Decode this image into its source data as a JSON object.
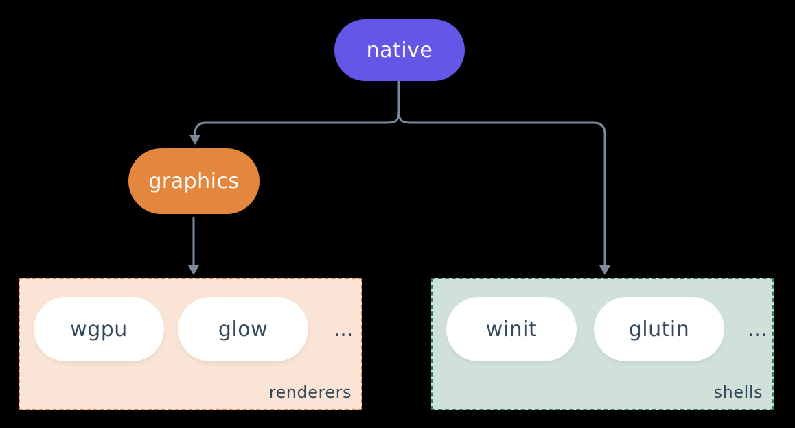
{
  "colors": {
    "background": "#000000",
    "connector": "#7c8b9b",
    "native_node": "#6456e6",
    "graphics_node": "#e2873d",
    "renderers_bg": "#f9e4d5",
    "renderers_border": "#e08138",
    "shells_bg": "#d0e1da",
    "shells_border": "#2f7d6e",
    "pill_bg": "#ffffff",
    "text_dark": "#36495c",
    "text_light": "#ffffff"
  },
  "nodes": {
    "native": {
      "label": "native"
    },
    "graphics": {
      "label": "graphics"
    }
  },
  "groups": {
    "renderers": {
      "label": "renderers",
      "items": [
        "wgpu",
        "glow"
      ],
      "ellipsis": "..."
    },
    "shells": {
      "label": "shells",
      "items": [
        "winit",
        "glutin"
      ],
      "ellipsis": "..."
    }
  },
  "edges": [
    {
      "from": "native",
      "to": "graphics"
    },
    {
      "from": "native",
      "to": "shells"
    },
    {
      "from": "graphics",
      "to": "renderers"
    }
  ]
}
